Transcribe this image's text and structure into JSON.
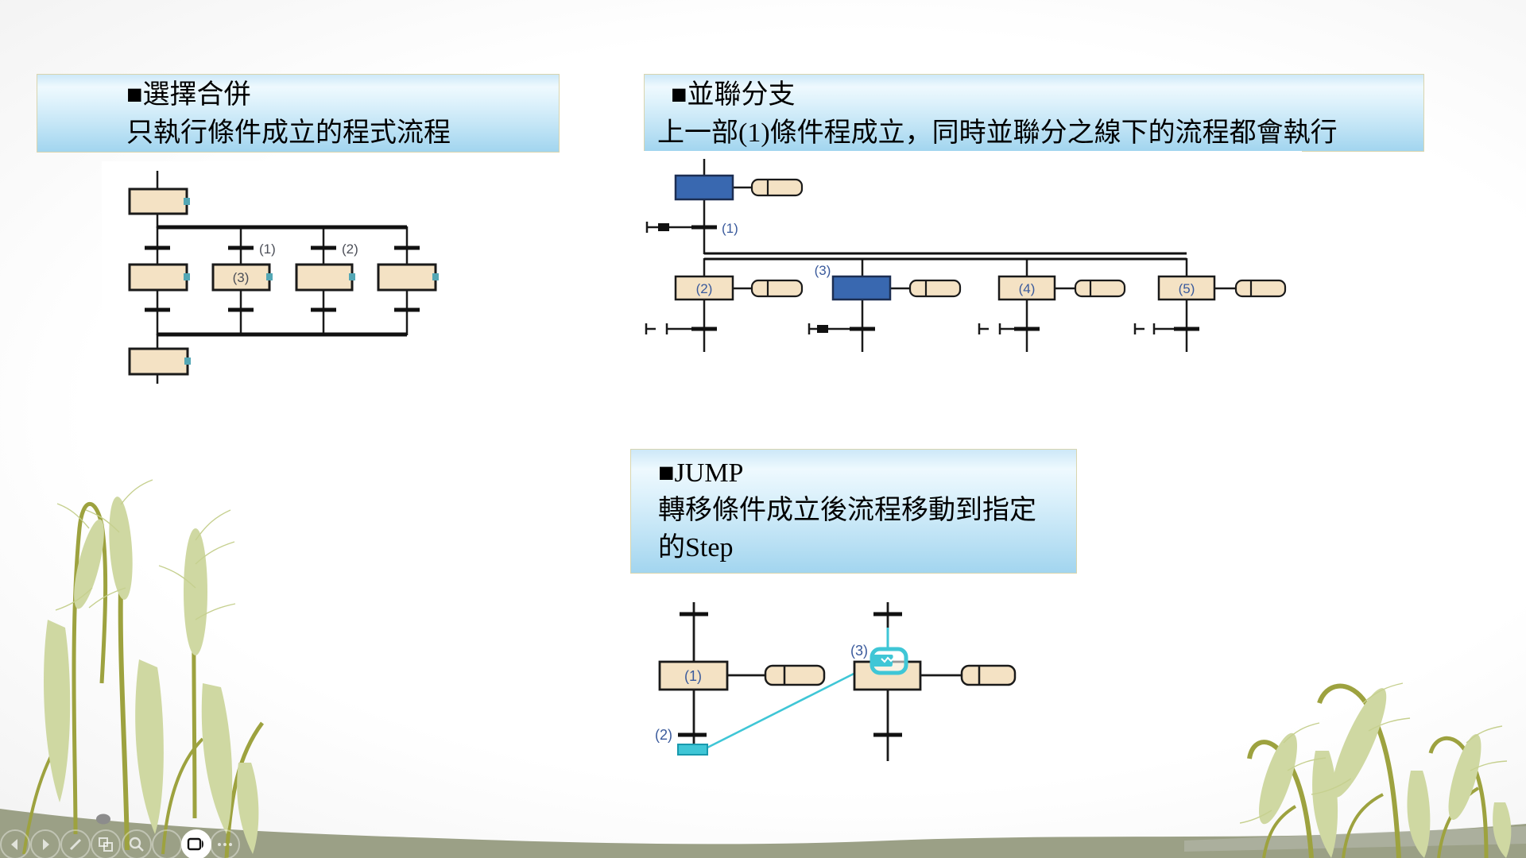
{
  "sections": {
    "selection": {
      "title": "■選擇合併",
      "desc": "只執行條件成立的程式流程",
      "diagram": {
        "t1": "(1)",
        "t2": "(2)",
        "s3": "(3)"
      }
    },
    "parallel": {
      "title": "■並聯分支",
      "desc": "上一部(1)條件程成立，同時並聯分之線下的流程都會執行",
      "diagram": {
        "t1": "(1)",
        "s2": "(2)",
        "s3": "(3)",
        "s4": "(4)",
        "s5": "(5)"
      }
    },
    "jump": {
      "title": "■JUMP",
      "desc1": "轉移條件成立後流程移動到指定",
      "desc2": "的Step",
      "diagram": {
        "s1": "(1)",
        "t2": "(2)",
        "j3": "(3)"
      }
    }
  },
  "toolbar": {
    "buttons": [
      {
        "name": "previous-slide"
      },
      {
        "name": "next-slide"
      },
      {
        "name": "pen"
      },
      {
        "name": "see-all-slides"
      },
      {
        "name": "zoom"
      },
      {
        "name": "blank"
      },
      {
        "name": "camera"
      },
      {
        "name": "more-options"
      }
    ]
  },
  "colors": {
    "step_blue": "#3968b0",
    "step_beige": "#f4e2c4",
    "teal_dot": "#53a7b5",
    "jump_cyan": "#3fc6d6",
    "title_gradient_bottom": "#a2d5ef",
    "hill_olive": "#9ba086"
  }
}
